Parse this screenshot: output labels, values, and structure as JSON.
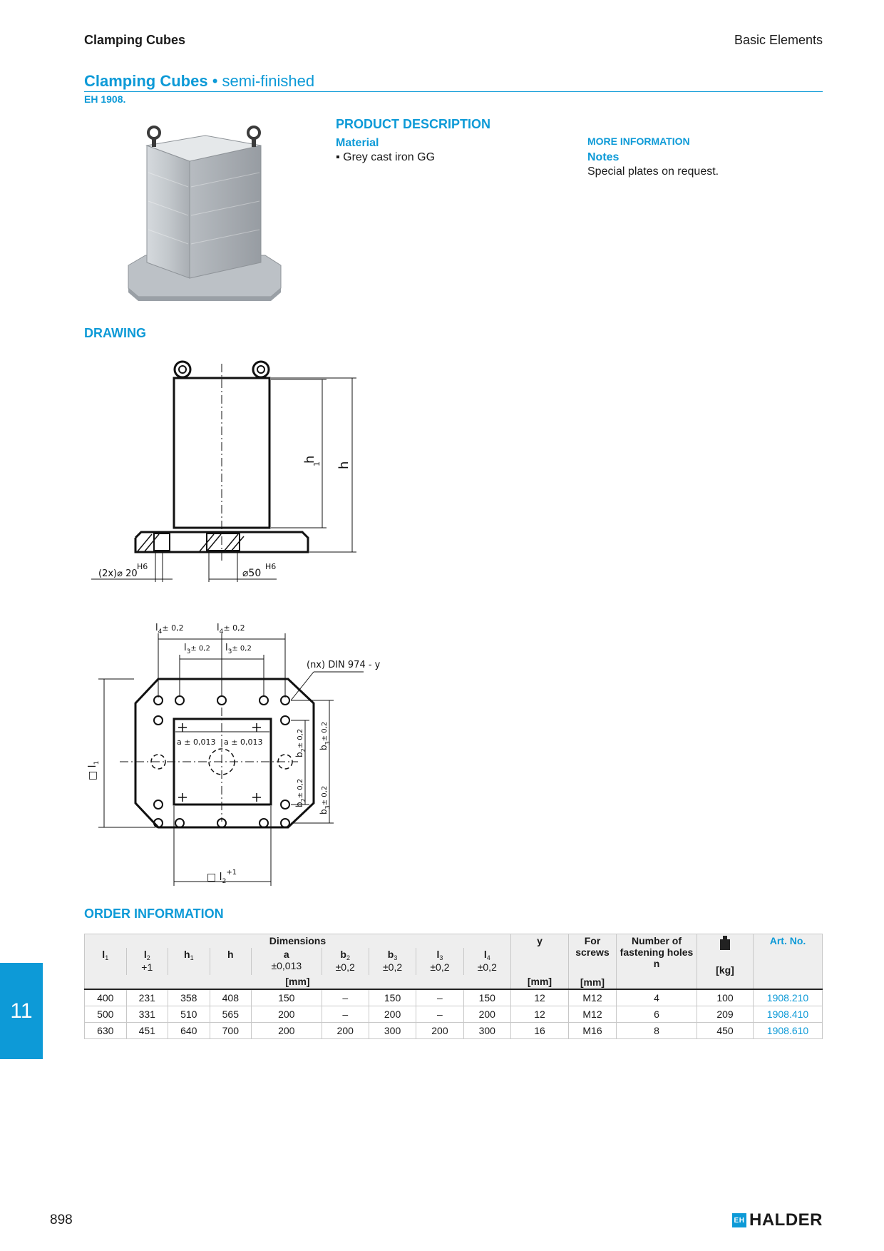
{
  "header": {
    "section": "Clamping Cubes",
    "category": "Basic Elements"
  },
  "title": {
    "main": "Clamping Cubes",
    "sep": " • ",
    "sub": "semi-finished",
    "code": "EH 1908."
  },
  "product": {
    "heading": "PRODUCT DESCRIPTION",
    "material_heading": "Material",
    "material_item": "▪ Grey cast iron GG",
    "more_heading": "MORE INFORMATION",
    "notes_heading": "Notes",
    "notes_text": "Special plates on request."
  },
  "drawing": {
    "heading": "DRAWING",
    "labels": {
      "h1": "h",
      "h1_sub": "1",
      "h": "h",
      "bore_small": "(2x)⌀ 20",
      "bore_small_tol": "H6",
      "bore_large": "⌀50",
      "bore_large_tol": "H6",
      "l4a": "l",
      "l4a_sub": "4",
      "tol02": "± 0,2",
      "l3a": "l",
      "l3a_sub": "3",
      "din": "(nx) DIN 974 - y",
      "a_tol": "a ± 0,013",
      "b2": "b",
      "b2_sub": "2",
      "b3": "b",
      "b3_sub": "3",
      "l1": "□ l",
      "l1_sub": "1",
      "l2": "□ l",
      "l2_sub": "2",
      "l2_tol": "+1"
    }
  },
  "order": {
    "heading": "ORDER INFORMATION",
    "head": {
      "dimensions": "Dimensions",
      "y": "y",
      "for_screws": "For screws",
      "holes": "Number of fastening holes",
      "n": "n",
      "art": "Art. No.",
      "l1": "l",
      "l1s": "1",
      "l2": "l",
      "l2s": "2",
      "l2t": "+1",
      "h1": "h",
      "h1s": "1",
      "h": "h",
      "a": "a",
      "at": "±0,013",
      "b2": "b",
      "b2s": "2",
      "b2t": "±0,2",
      "b3": "b",
      "b3s": "3",
      "b3t": "±0,2",
      "l3": "l",
      "l3s": "3",
      "l3t": "±0,2",
      "l4": "l",
      "l4s": "4",
      "l4t": "±0,2",
      "unit_mm": "[mm]",
      "unit_kg": "[kg]"
    },
    "rows": [
      [
        "400",
        "231",
        "358",
        "408",
        "150",
        "–",
        "150",
        "–",
        "150",
        "12",
        "M12",
        "4",
        "100",
        "1908.210"
      ],
      [
        "500",
        "331",
        "510",
        "565",
        "200",
        "–",
        "200",
        "–",
        "200",
        "12",
        "M12",
        "6",
        "209",
        "1908.410"
      ],
      [
        "630",
        "451",
        "640",
        "700",
        "200",
        "200",
        "300",
        "200",
        "300",
        "16",
        "M16",
        "8",
        "450",
        "1908.610"
      ]
    ]
  },
  "side_tab": "11",
  "page_number": "898",
  "brand": {
    "name": "HALDER",
    "mark": "EH"
  }
}
